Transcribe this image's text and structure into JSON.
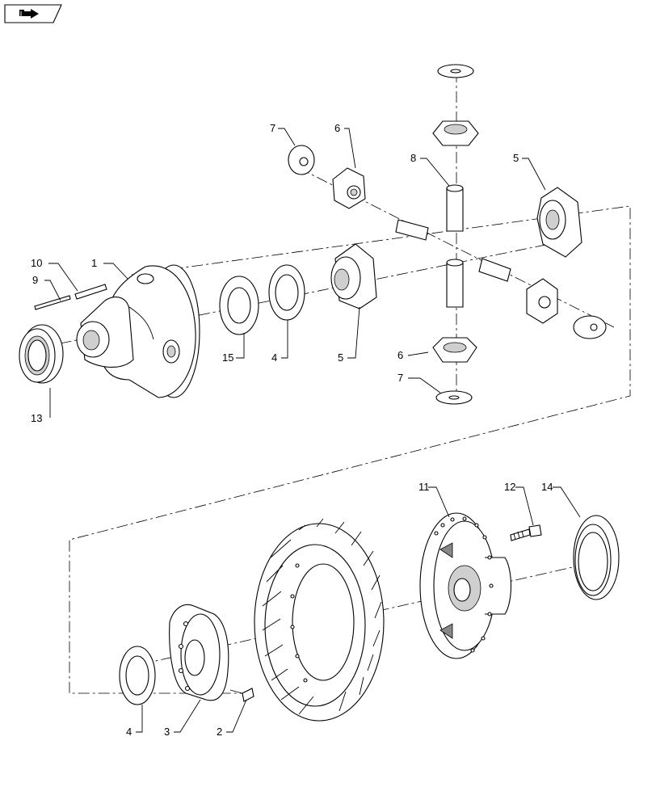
{
  "nav_icon": "return-to-index-arrow-icon",
  "callouts": {
    "c1": "1",
    "c2": "2",
    "c3": "3",
    "c4a": "4",
    "c4b": "4",
    "c5a": "5",
    "c5b": "5",
    "c6a": "6",
    "c6b": "6",
    "c7a": "7",
    "c7b": "7",
    "c8": "8",
    "c9": "9",
    "c10": "10",
    "c11": "11",
    "c12": "12",
    "c13": "13",
    "c14": "14",
    "c15": "15"
  }
}
